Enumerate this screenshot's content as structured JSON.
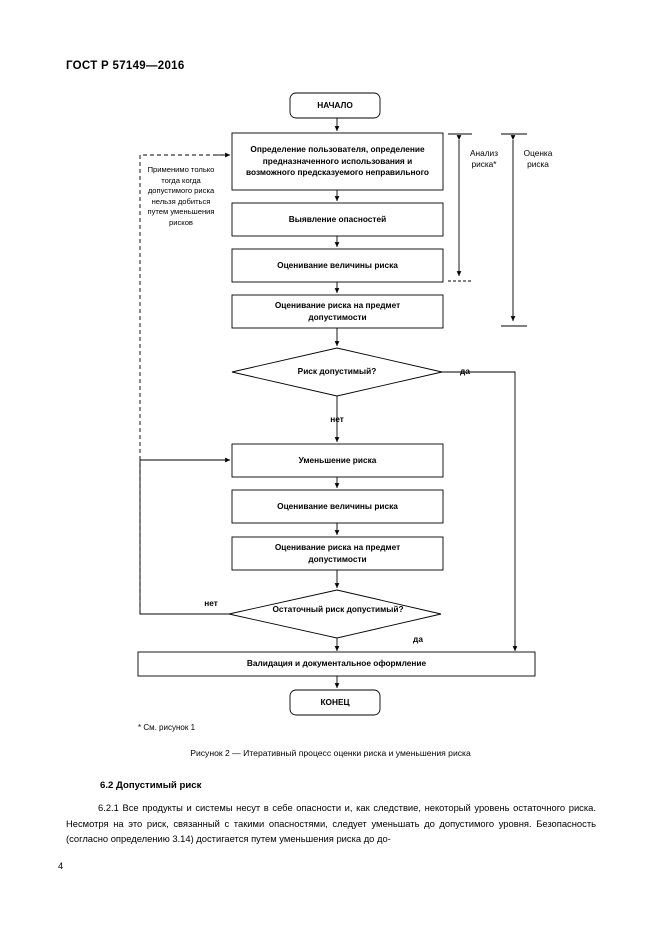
{
  "document": {
    "header": "ГОСТ Р 57149—2016",
    "page_number": "4"
  },
  "figure": {
    "caption": "Рисунок  2 — Итеративный процесс оценки риска и уменьшения риска",
    "footnote": "* См. рисунок 1",
    "nodes": {
      "start": "НАЧАЛО",
      "define_user": "Определение пользователя, определение предназначенного использования и возможного предсказуемого неправильного",
      "identify_hazards": "Выявление опасностей",
      "estimate_risk_1": "Оценивание величины риска",
      "evaluate_risk_1": "Оценивание риска на предмет допустимости",
      "decision_1": "Риск допустимый?",
      "reduce_risk": "Уменьшение риска",
      "estimate_risk_2": "Оценивание величины риска",
      "evaluate_risk_2": "Оценивание риска на предмет допустимости",
      "decision_2": "Остаточный риск допустимый?",
      "validation": "Валидация и документальное оформление",
      "end": "КОНЕЦ"
    },
    "edge_labels": {
      "yes_1": "да",
      "no_1": "нет",
      "no_2": "нет",
      "yes_2": "да"
    },
    "brackets": {
      "risk_analysis": "Анализ риска*",
      "risk_assessment": "Оценка риска"
    },
    "side_note": "Применимо только тогда когда допустимого риска нельзя добиться путем уменьшения рисков"
  },
  "body": {
    "section_heading": "6.2  Допустимый риск",
    "paragraph_number": "6.2.1",
    "paragraph_text": "Все продукты и системы несут в себе опасности и, как следствие, некоторый уровень остаточного риска. Несмотря на это риск, связанный с такими опасностями, следует уменьшать до допустимого уровня. Безопасность (согласно определению 3.14) достигается путем уменьшения риска до до-"
  }
}
